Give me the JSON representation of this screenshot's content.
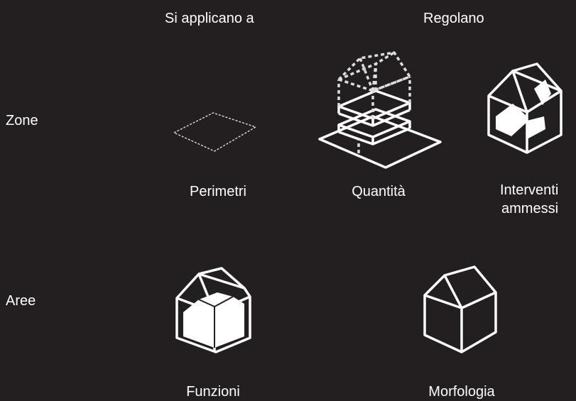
{
  "columns": {
    "applies_to": "Si applicano a",
    "regulate": "Regolano"
  },
  "rows": {
    "zone": "Zone",
    "aree": "Aree"
  },
  "items": {
    "perimetri": "Perimetri",
    "quantita": "Quantità",
    "interventi_line1": "Interventi",
    "interventi_line2": "ammessi",
    "funzioni": "Funzioni",
    "morfologia": "Morfologia"
  },
  "colors": {
    "background": "#231f20",
    "foreground": "#ffffff",
    "dashed": "#dddddd"
  }
}
